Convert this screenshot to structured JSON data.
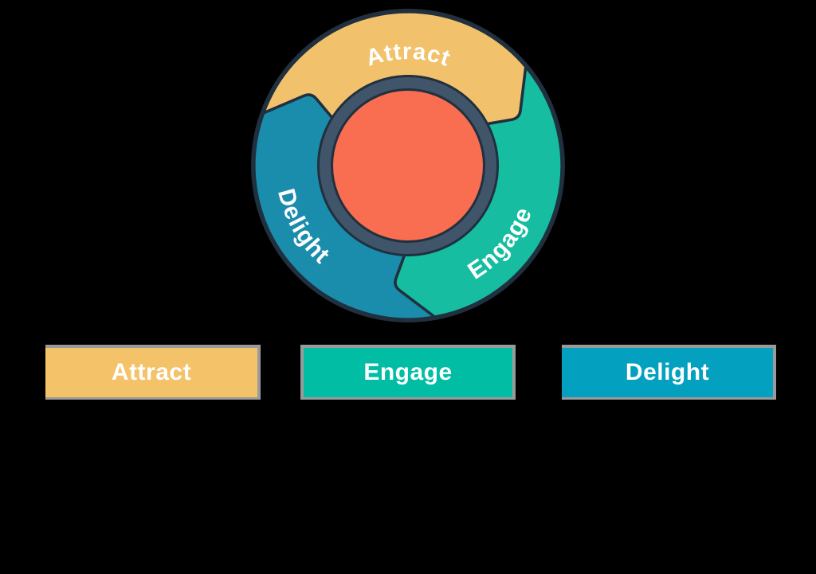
{
  "page": {
    "background": "#000000"
  },
  "flywheel": {
    "type": "cycle-diagram",
    "description": "Flywheel with three interlocking stages rotating around a central hub",
    "stages": [
      {
        "label": "Attract",
        "color": "#f1c26b",
        "position": "top"
      },
      {
        "label": "Engage",
        "color": "#16bda0",
        "position": "bottom-right"
      },
      {
        "label": "Delight",
        "color": "#1a8dac",
        "position": "bottom-left"
      }
    ],
    "hub_color": "#f96d51",
    "ring_color": "#41556a",
    "outline_color": "#20303f",
    "label_color": "#ffffff"
  },
  "legend": {
    "items": [
      {
        "label": "Attract",
        "color": "#f4c269"
      },
      {
        "label": "Engage",
        "color": "#01bda4"
      },
      {
        "label": "Delight",
        "color": "#04a0bf"
      }
    ],
    "text_color": "#ffffff",
    "border_color": "#9a9a9a"
  }
}
